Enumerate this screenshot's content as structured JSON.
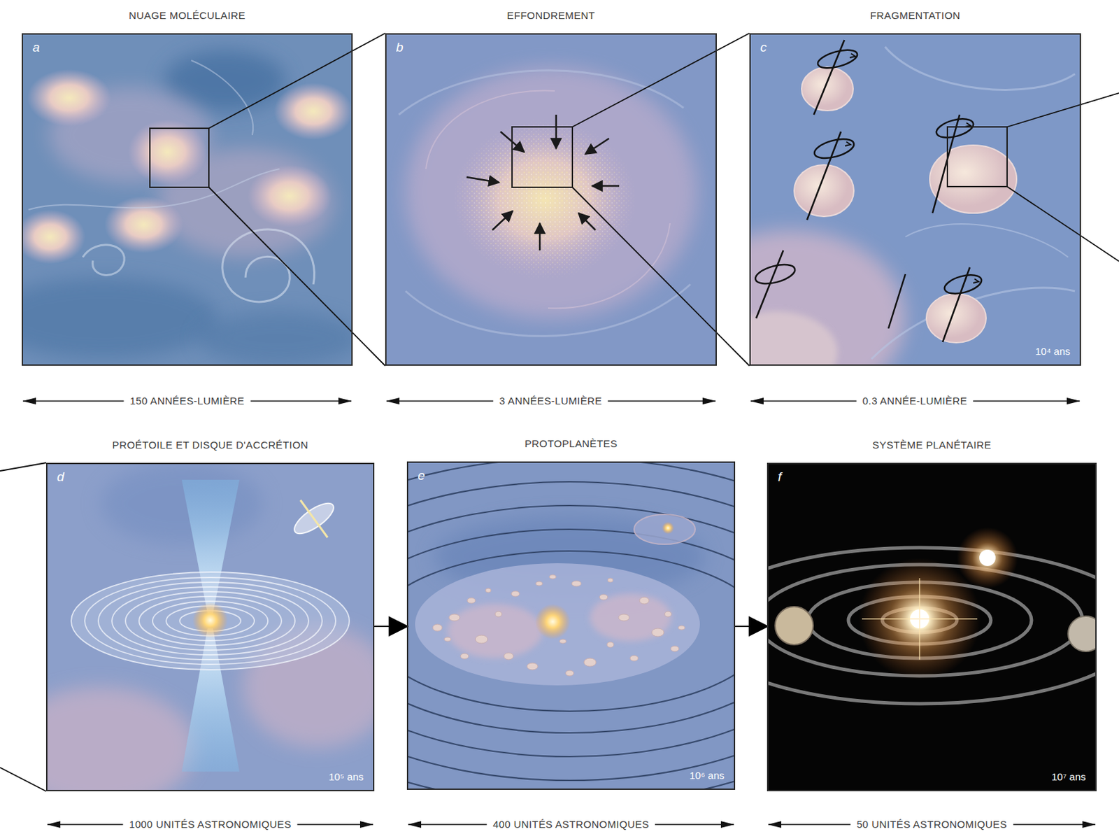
{
  "diagram": {
    "nodes": [
      {
        "text": [
          "NUAGE MOLÉCULAIRE",
          "a"
        ]
      },
      {
        "text": [
          "EFFONDREMENT",
          "b"
        ]
      },
      {
        "text": [
          "FRAGMENTATION",
          "c",
          "10⁴ ans"
        ]
      },
      {
        "text": [
          "PROÉTOILE ET DISQUE D'ACCRÉTION",
          "d",
          "10⁵ ans"
        ]
      },
      {
        "text": [
          "PROTOPLANÈTES",
          "e",
          "10⁶ ans"
        ]
      },
      {
        "text": [
          "SYSTÈME PLANÉTAIRE",
          "f",
          "10⁷ ans"
        ]
      }
    ],
    "edges": [
      {
        "from": 0,
        "to": 1,
        "arrow": "none"
      },
      {
        "from": 1,
        "to": 2,
        "arrow": "none"
      },
      {
        "from": 2,
        "to": 3,
        "arrow": "none"
      },
      {
        "from": 3,
        "to": 4,
        "arrow": "to"
      },
      {
        "from": 4,
        "to": 5,
        "arrow": "to"
      }
    ],
    "labels": [
      "150 ANNÉES-LUMIÈRE",
      "3 ANNÉES-LUMIÈRE",
      "0.3 ANNÉE-LUMIÈRE",
      "1000 UNITÉS ASTRONOMIQUES",
      "400 UNITÉS ASTRONOMIQUES",
      "50 UNITÉS ASTRONOMIQUES"
    ]
  }
}
